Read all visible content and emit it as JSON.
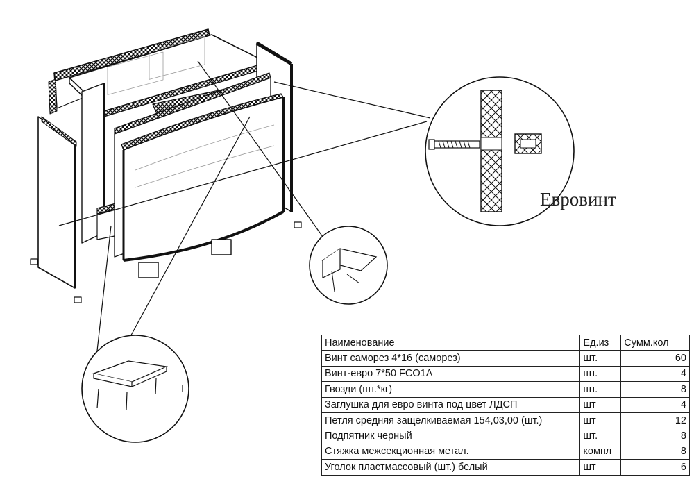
{
  "caption": "Евровинт",
  "table": {
    "headers": [
      "Наименование",
      "Ед.из",
      "Сумм.кол"
    ],
    "rows": [
      {
        "name": "Винт саморез 4*16 (саморез)",
        "unit": "шт.",
        "qty": "60"
      },
      {
        "name": "Винт-евро 7*50 FCO1A",
        "unit": "шт.",
        "qty": "4"
      },
      {
        "name": "Гвозди (шт.*кг)",
        "unit": "шт.",
        "qty": "8"
      },
      {
        "name": "Заглушка для евро винта под цвет ЛДСП",
        "unit": "шт",
        "qty": "4"
      },
      {
        "name": "Петля средняя защелкиваемая 154,03,00 (шт.)",
        "unit": "шт",
        "qty": "12"
      },
      {
        "name": "Подпятник черный",
        "unit": "шт.",
        "qty": "8"
      },
      {
        "name": "Стяжка межсекционная метал.",
        "unit": "компл",
        "qty": "8"
      },
      {
        "name": "Уголок пластмассовый (шт.) белый",
        "unit": "шт",
        "qty": "6"
      }
    ]
  }
}
